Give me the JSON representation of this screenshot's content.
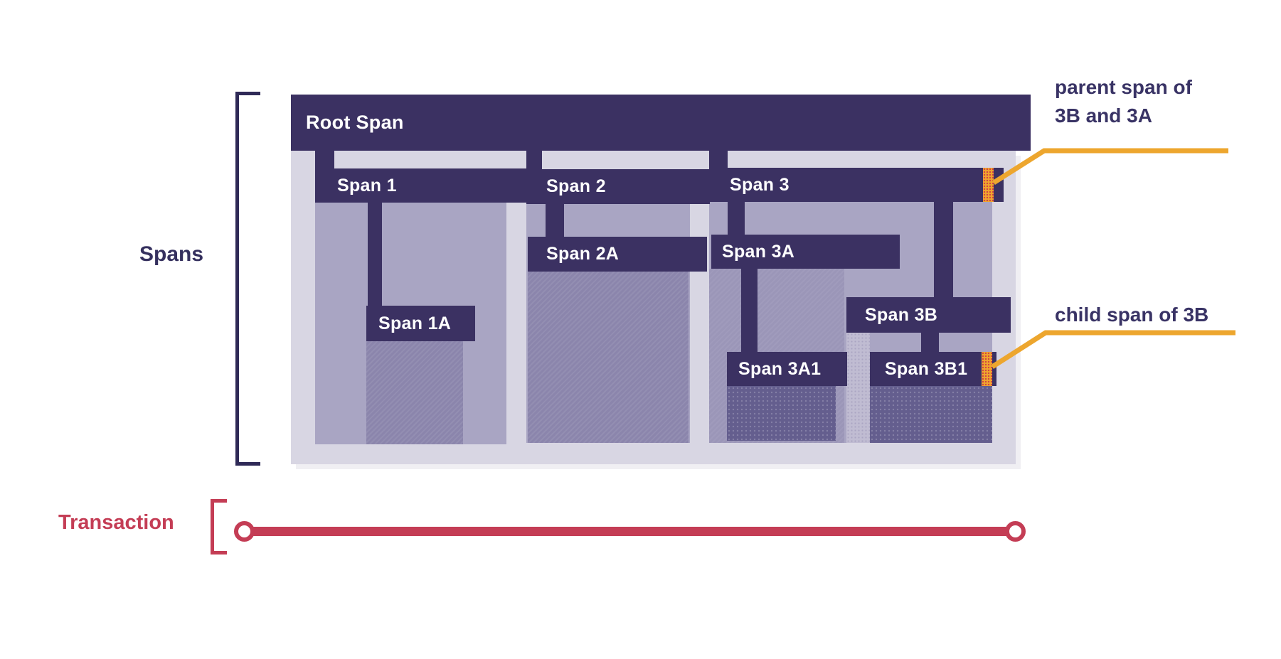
{
  "labels": {
    "spans": "Spans",
    "transaction": "Transaction"
  },
  "nodes": {
    "root": "Root Span",
    "span1": "Span 1",
    "span1a": "Span 1A",
    "span2": "Span 2",
    "span2a": "Span 2A",
    "span3": "Span 3",
    "span3a": "Span 3A",
    "span3a1": "Span 3A1",
    "span3b": "Span 3B",
    "span3b1": "Span 3B1"
  },
  "hierarchy": {
    "Root Span": [
      "Span 1",
      "Span 2",
      "Span 3"
    ],
    "Span 1": [
      "Span 1A"
    ],
    "Span 2": [
      "Span 2A"
    ],
    "Span 3": [
      "Span 3A",
      "Span 3B"
    ],
    "Span 3A": [
      "Span 3A1"
    ],
    "Span 3B": [
      "Span 3B1"
    ]
  },
  "annotations": {
    "parent": {
      "line1": "parent span of",
      "line2": "3B and 3A",
      "target": "Span 3"
    },
    "child": {
      "text": "child span of 3B",
      "target": "Span 3B1"
    }
  },
  "colors": {
    "span_header": "#3b3162",
    "container": "#d8d6e3",
    "body_level1": "#a9a5c3",
    "body_level2": "#8b85ac",
    "body_level3": "#645e8e",
    "highlight_orange": "#f0a42e",
    "transaction_red": "#c43d55",
    "label_navy": "#35305e"
  }
}
